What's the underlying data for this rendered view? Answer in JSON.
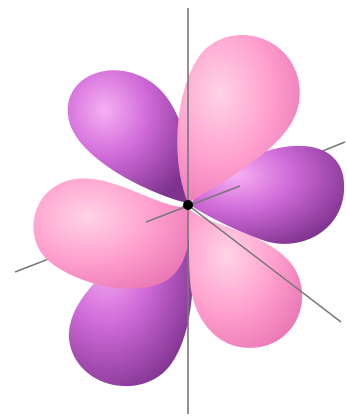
{
  "figure": {
    "subject": "orbital-lobes",
    "lobe_count": 6,
    "axis_count": 3,
    "colors": {
      "pink_light": "#ffd0e4",
      "pink_mid": "#ff9ccb",
      "pink_dark": "#f07ab8",
      "purple_light": "#f3a8f2",
      "purple_mid": "#cf66d6",
      "purple_dark": "#7a2f8e",
      "axis": "#777777",
      "nucleus": "#000000"
    }
  }
}
